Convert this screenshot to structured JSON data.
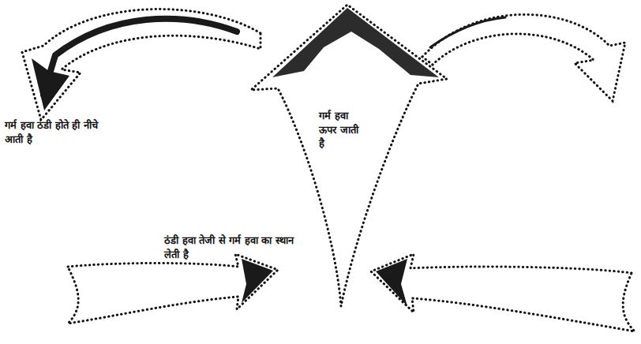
{
  "diagram": {
    "labels": [
      "गर्म हवा ठंडी होते ही नीचे आती है",
      "गर्म हवा ऊपर जाती है",
      "ठंडी हवा तेजी से गर्म हवा का स्थान लेती है"
    ]
  }
}
